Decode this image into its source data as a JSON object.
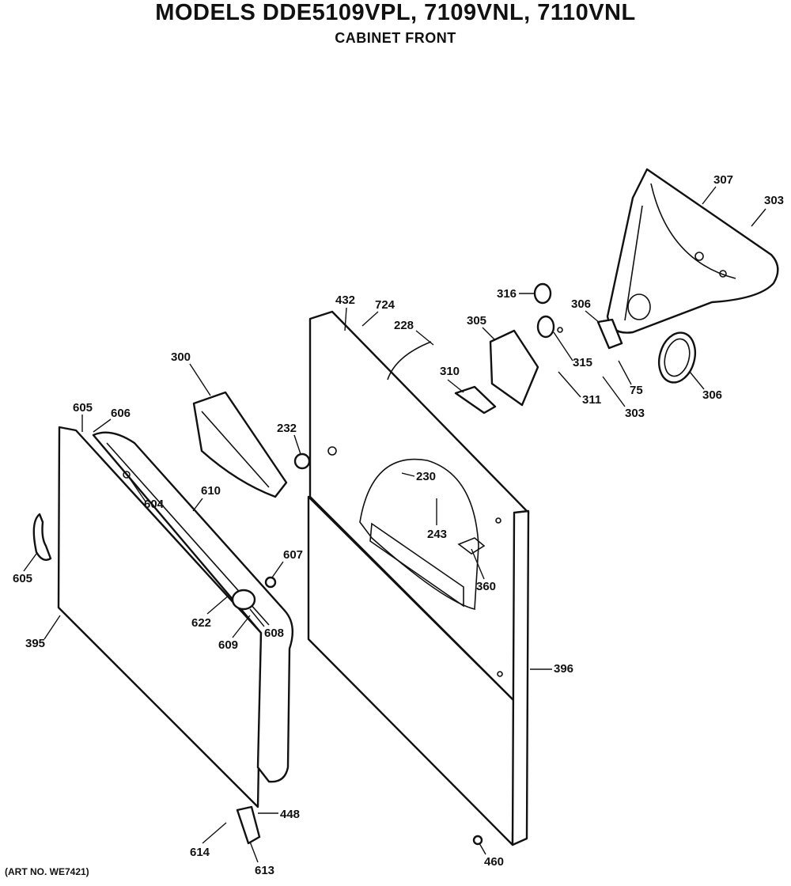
{
  "header": {
    "title": "MODELS DDE5109VPL, 7109VNL, 7110VNL",
    "subtitle": "CABINET FRONT"
  },
  "footer": {
    "art_number": "(ART NO. WE7421)"
  },
  "callouts": [
    {
      "id": "c307",
      "text": "307"
    },
    {
      "id": "c303a",
      "text": "303"
    },
    {
      "id": "c316",
      "text": "316"
    },
    {
      "id": "c306a",
      "text": "306"
    },
    {
      "id": "c432",
      "text": "432"
    },
    {
      "id": "c724",
      "text": "724"
    },
    {
      "id": "c228",
      "text": "228"
    },
    {
      "id": "c305",
      "text": "305"
    },
    {
      "id": "c315",
      "text": "315"
    },
    {
      "id": "c75",
      "text": "75"
    },
    {
      "id": "c306b",
      "text": "306"
    },
    {
      "id": "c310",
      "text": "310"
    },
    {
      "id": "c311",
      "text": "311"
    },
    {
      "id": "c303b",
      "text": "303"
    },
    {
      "id": "c300",
      "text": "300"
    },
    {
      "id": "c232",
      "text": "232"
    },
    {
      "id": "c605",
      "text": "605"
    },
    {
      "id": "c606",
      "text": "606"
    },
    {
      "id": "c230",
      "text": "230"
    },
    {
      "id": "c604",
      "text": "604"
    },
    {
      "id": "c610",
      "text": "610"
    },
    {
      "id": "c243",
      "text": "243"
    },
    {
      "id": "c607",
      "text": "607"
    },
    {
      "id": "c360",
      "text": "360"
    },
    {
      "id": "c608",
      "text": "608"
    },
    {
      "id": "c622",
      "text": "622"
    },
    {
      "id": "c609",
      "text": "609"
    },
    {
      "id": "c395",
      "text": "395"
    },
    {
      "id": "c396",
      "text": "396"
    },
    {
      "id": "c448",
      "text": "448"
    },
    {
      "id": "c614",
      "text": "614"
    },
    {
      "id": "c613",
      "text": "613"
    },
    {
      "id": "c460",
      "text": "460"
    }
  ]
}
